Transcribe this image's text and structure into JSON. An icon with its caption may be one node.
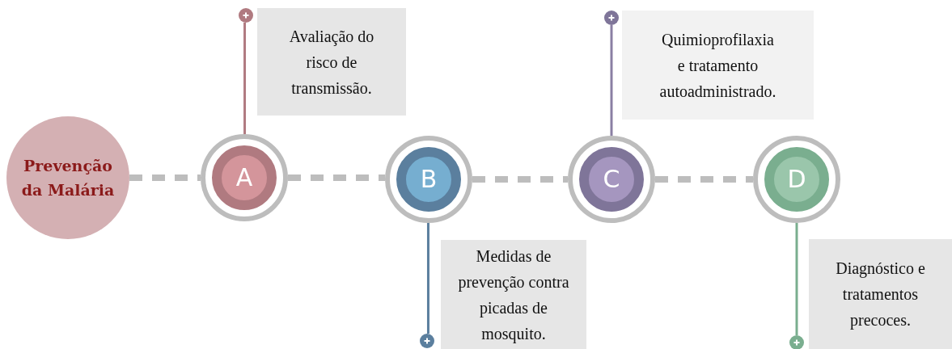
{
  "diagram": {
    "nodes": [
      {
        "text": [
          "Prevenção da Malária"
        ]
      },
      {
        "text": [
          "A"
        ]
      },
      {
        "text": [
          "B"
        ]
      },
      {
        "text": [
          "C"
        ]
      },
      {
        "text": [
          "D"
        ]
      },
      {
        "text": [
          "Avaliação do risco de transmissão."
        ]
      },
      {
        "text": [
          "Medidas de prevenção contra picadas de mosquito."
        ]
      },
      {
        "text": [
          "Quimioprofilaxia e tratamento autoadministrado."
        ]
      },
      {
        "text": [
          "Diagnóstico e tratamentos precoces."
        ]
      },
      {
        "text": [],
        "shape": "circle"
      },
      {
        "text": [],
        "shape": "circle"
      },
      {
        "text": [],
        "shape": "circle"
      },
      {
        "text": [],
        "shape": "circle"
      }
    ],
    "edges": [
      {
        "from": 0,
        "to": 1,
        "arrow": "none",
        "style": "dashed",
        "color": "#bdbdbd"
      },
      {
        "from": 1,
        "to": 2,
        "arrow": "none",
        "style": "dashed",
        "color": "#bdbdbd"
      },
      {
        "from": 2,
        "to": 3,
        "arrow": "none",
        "style": "dashed",
        "color": "#bdbdbd"
      },
      {
        "from": 3,
        "to": 4,
        "arrow": "none",
        "style": "dashed",
        "color": "#bdbdbd"
      },
      {
        "from": 1,
        "to": 9,
        "arrow": "none",
        "color": "#b07a80"
      },
      {
        "from": 2,
        "to": 10,
        "arrow": "none",
        "color": "#5b7f9e"
      },
      {
        "from": 3,
        "to": 11,
        "arrow": "none",
        "color": "#8a7fa3"
      },
      {
        "from": 4,
        "to": 12,
        "arrow": "none",
        "color": "#7aae8f"
      }
    ]
  }
}
